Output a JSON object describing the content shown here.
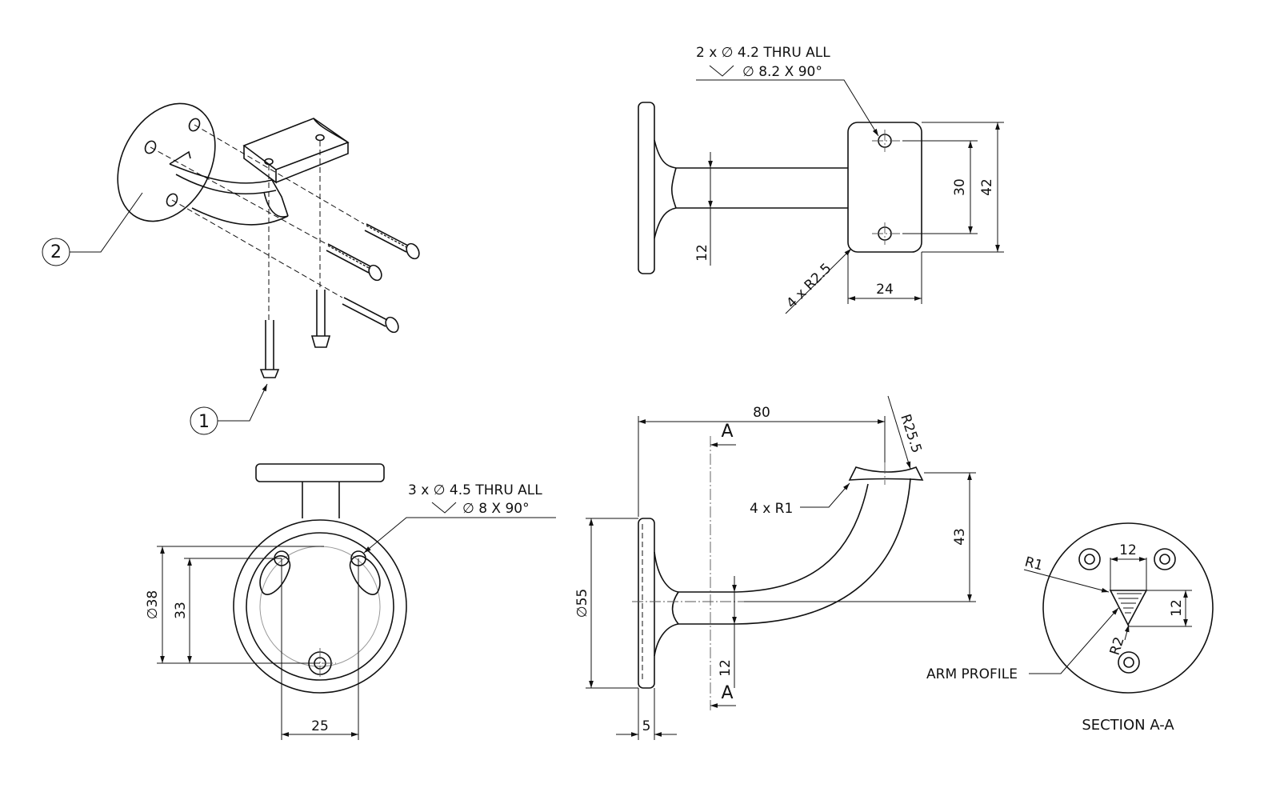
{
  "drawing": {
    "callouts": {
      "item_1": "1",
      "item_2": "2"
    },
    "hole_note_top": {
      "line1": "2 x ∅ 4.2 THRU ALL",
      "line2": "∅ 8.2 X 90°"
    },
    "hole_note_bottom": {
      "line1": "3 x ∅ 4.5 THRU ALL",
      "line2": "∅ 8 X 90°"
    },
    "dimensions": {
      "d_30": "30",
      "d_42": "42",
      "d_12_top": "12",
      "d_24": "24",
      "r_2_5": "4 x R2.5",
      "d_80": "80",
      "r_25_5": "R25.5",
      "r_1": "4 x R1",
      "d_43": "43",
      "dia_55": "∅55",
      "d_12_side": "12",
      "d_5": "5",
      "dia_38": "∅38",
      "d_33": "33",
      "d_25": "25",
      "sec_12_h": "12",
      "sec_12_v": "12",
      "sec_r1": "R1",
      "sec_r2": "R2"
    },
    "section_marks": {
      "top": "A",
      "bottom": "A"
    },
    "arm_profile": "ARM PROFILE",
    "section_title": "SECTION A-A"
  }
}
